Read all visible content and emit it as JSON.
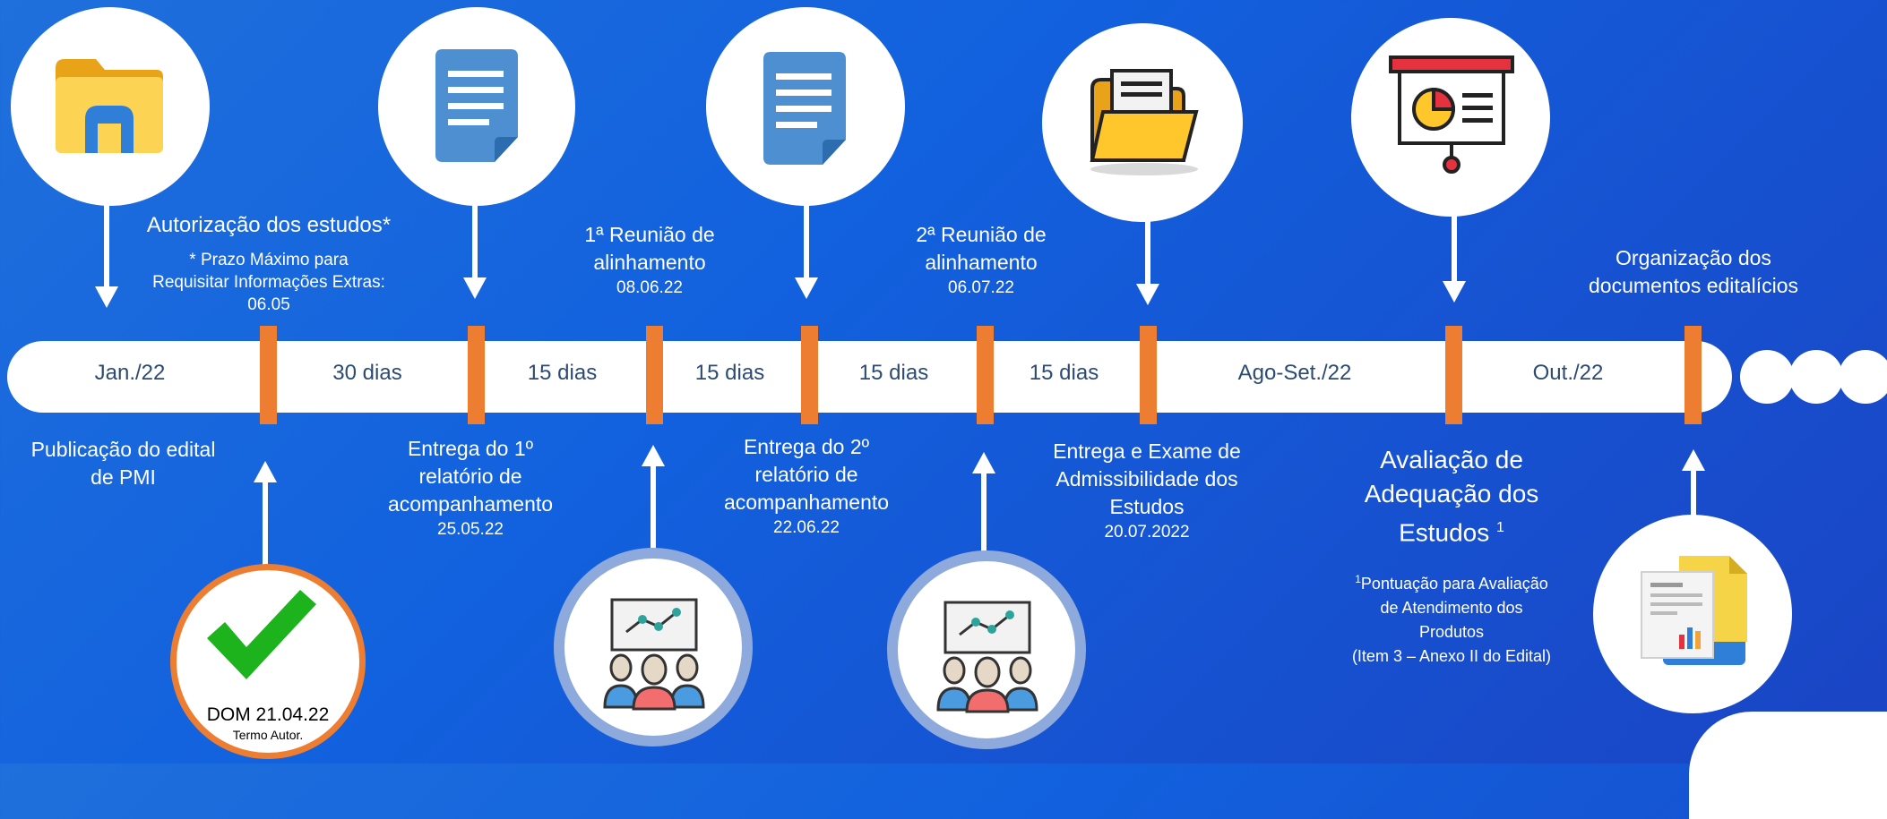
{
  "timeline": {
    "segments": [
      "Jan./22",
      "30 dias",
      "15 dias",
      "15 dias",
      "15 dias",
      "15 dias",
      "Ago-Set./22",
      "Out./22"
    ]
  },
  "top_labels": {
    "autorizacao": "Autorização dos estudos*",
    "prazo_line1": "* Prazo Máximo para",
    "prazo_line2": "Requisitar Informações Extras:",
    "prazo_line3": "06.05",
    "reuniao1_line1": "1ª Reunião de",
    "reuniao1_line2": "alinhamento",
    "reuniao1_date": "08.06.22",
    "reuniao2_line1": "2ª Reunião de",
    "reuniao2_line2": "alinhamento",
    "reuniao2_date": "06.07.22",
    "organizacao_line1": "Organização dos",
    "organizacao_line2": "documentos editalícios"
  },
  "bottom_labels": {
    "publicacao_line1": "Publicação do edital",
    "publicacao_line2": "de PMI",
    "entrega1_line1": "Entrega do 1º",
    "entrega1_line2": "relatório de",
    "entrega1_line3": "acompanhamento",
    "entrega1_date": "25.05.22",
    "entrega2_line1": "Entrega do 2º",
    "entrega2_line2": "relatório de",
    "entrega2_line3": "acompanhamento",
    "entrega2_date": "22.06.22",
    "exame_line1": "Entrega e Exame de",
    "exame_line2": "Admissibilidade dos",
    "exame_line3": "Estudos",
    "exame_date": "20.07.2022",
    "avaliacao_line1": "Avaliação de",
    "avaliacao_line2": "Adequação dos",
    "avaliacao_line3": "Estudos",
    "avaliacao_sup": "1",
    "pontuacao_sup": "1",
    "pontuacao_line1": "Pontuação para Avaliação",
    "pontuacao_line2": "de Atendimento dos",
    "pontuacao_line3": "Produtos",
    "pontuacao_line4": "(Item 3 – Anexo II do Edital)"
  },
  "dom_badge": {
    "line1": "DOM 21.04.22",
    "line2": "Termo Autor."
  },
  "icons": [
    "folder-icon",
    "document-icon",
    "document-icon",
    "open-folder-icon",
    "presentation-chart-icon",
    "files-chart-icon",
    "checkmark-icon",
    "meeting-icon",
    "meeting-icon"
  ],
  "colors": {
    "background": "#1565dc",
    "tick": "#ed7d31",
    "segment_text": "#2d4a73",
    "check": "#1db31d",
    "dom_border": "#ed7d31",
    "meeting_border": "#8ea9db"
  }
}
